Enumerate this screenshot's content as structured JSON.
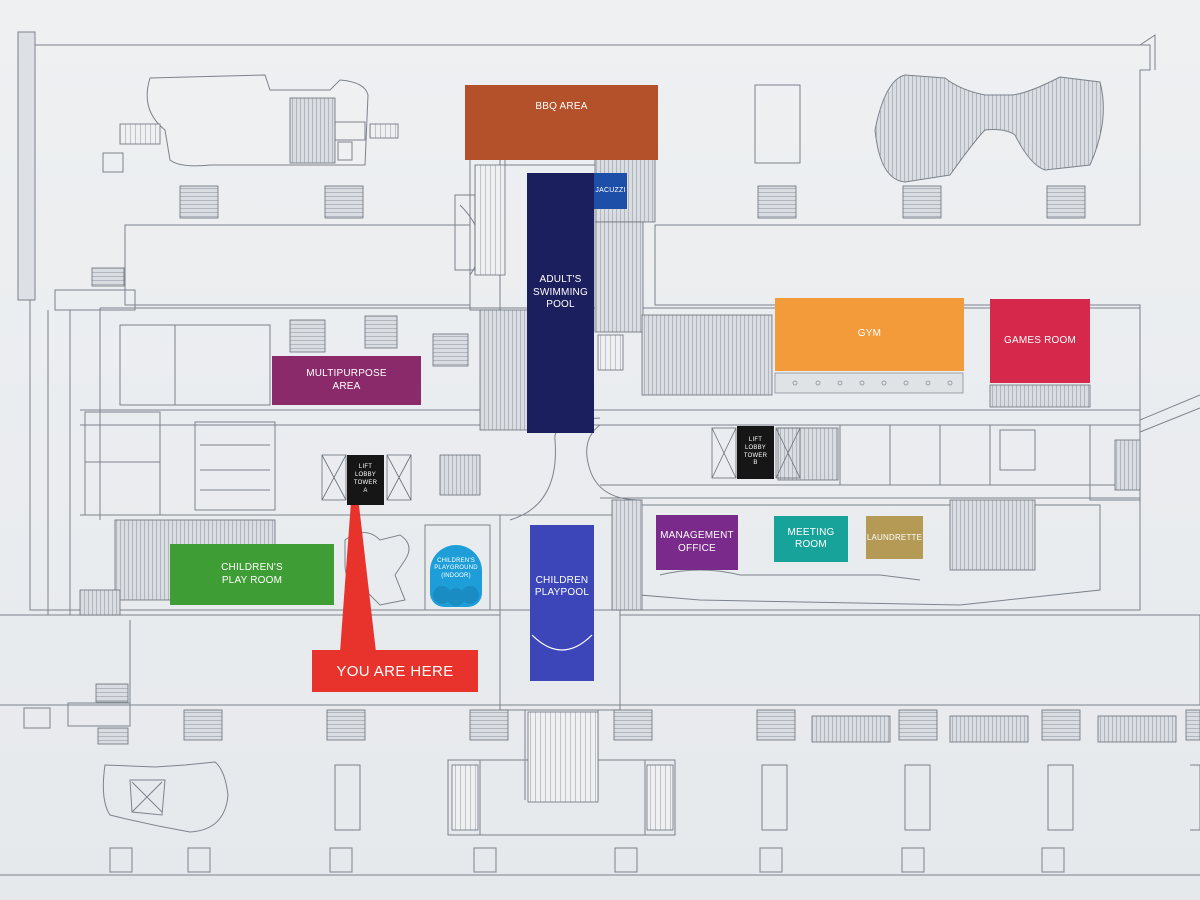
{
  "map": {
    "you_are_here": "YOU ARE HERE",
    "zones": [
      {
        "id": "bbq-area",
        "label": "BBQ AREA",
        "color": "#b5512a"
      },
      {
        "id": "jacuzzi",
        "label": "JACUZZI",
        "color": "#1d4fa8"
      },
      {
        "id": "adults-swimming-pool",
        "label": "ADULT'S\nSWIMMING\nPOOL",
        "color": "#1c1f5e"
      },
      {
        "id": "gym",
        "label": "GYM",
        "color": "#f39a3a"
      },
      {
        "id": "games-room",
        "label": "GAMES ROOM",
        "color": "#d6284a"
      },
      {
        "id": "multipurpose-area",
        "label": "MULTIPURPOSE\nAREA",
        "color": "#8b2a6a"
      },
      {
        "id": "lift-lobby-tower-a",
        "label": "LIFT\nLOBBY\nTOWER\nA",
        "color": "#161616"
      },
      {
        "id": "lift-lobby-tower-b",
        "label": "LIFT\nLOBBY\nTOWER\nB",
        "color": "#161616"
      },
      {
        "id": "childrens-play-room",
        "label": "CHILDREN'S\nPLAY ROOM",
        "color": "#3f9d35"
      },
      {
        "id": "childrens-playground-indoor",
        "label": "CHILDREN'S\nPLAYGROUND\n(INDOOR)",
        "color": "#1e9ed8"
      },
      {
        "id": "children-playpool",
        "label": "CHILDREN\nPLAYPOOL",
        "color": "#3c46b8"
      },
      {
        "id": "management-office",
        "label": "MANAGEMENT\nOFFICE",
        "color": "#7a2a8a"
      },
      {
        "id": "meeting-room",
        "label": "MEETING\nROOM",
        "color": "#18a39a"
      },
      {
        "id": "laundrette",
        "label": "LAUNDRETTE",
        "color": "#b59a55"
      }
    ]
  }
}
